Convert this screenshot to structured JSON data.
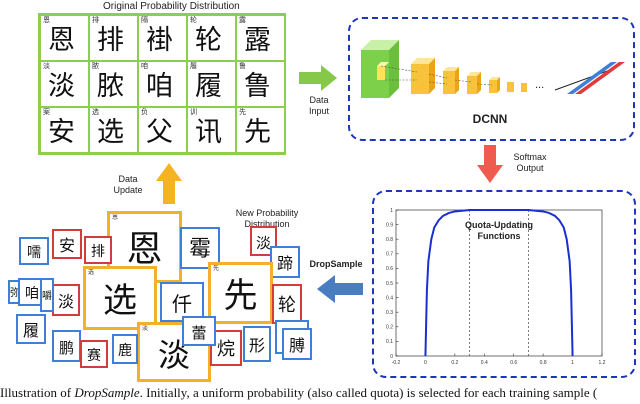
{
  "grid": {
    "title": "Original Probability Distribution",
    "cells": [
      {
        "label": "恩",
        "glyph": "恩"
      },
      {
        "label": "排",
        "glyph": "排"
      },
      {
        "label": "隔",
        "glyph": "褂"
      },
      {
        "label": "轮",
        "glyph": "轮"
      },
      {
        "label": "露",
        "glyph": "露"
      },
      {
        "label": "淡",
        "glyph": "淡"
      },
      {
        "label": "脓",
        "glyph": "脓"
      },
      {
        "label": "咱",
        "glyph": "咱"
      },
      {
        "label": "履",
        "glyph": "履"
      },
      {
        "label": "鲁",
        "glyph": "鲁"
      },
      {
        "label": "案",
        "glyph": "安"
      },
      {
        "label": "选",
        "glyph": "选"
      },
      {
        "label": "负",
        "glyph": "父"
      },
      {
        "label": "训",
        "glyph": "讯"
      },
      {
        "label": "先",
        "glyph": "先"
      }
    ]
  },
  "labels": {
    "data_input": [
      "Data",
      "Input"
    ],
    "dcnn": "DCNN",
    "dcnn_dots": "...",
    "softmax_output": [
      "Softmax",
      "Output"
    ],
    "data_update": [
      "Data",
      "Update"
    ],
    "new_dist": [
      "New Probability",
      "Distribution"
    ],
    "dropsample": "DropSample",
    "quota_title": [
      "Quota-Updating",
      "Functions"
    ]
  },
  "chart_data": {
    "type": "line",
    "title": "Quota-Updating Functions",
    "xlim": [
      -0.2,
      1.2
    ],
    "ylim": [
      0,
      1
    ],
    "xticks": [
      "-0.2",
      "0",
      "0.2",
      "0.4",
      "0.6",
      "0.8",
      "1",
      "1.2"
    ],
    "yticks": [
      "0",
      "0.1",
      "0.2",
      "0.3",
      "0.4",
      "0.5",
      "0.6",
      "0.7",
      "0.8",
      "0.9",
      "1"
    ],
    "vlines": [
      0.3,
      0.7
    ],
    "series": [
      {
        "x": [
          0,
          0.01,
          0.02,
          0.04,
          0.06,
          0.09,
          0.12,
          0.16,
          0.2,
          0.25,
          0.3,
          0.5,
          0.7,
          0.75,
          0.8,
          0.84,
          0.88,
          0.91,
          0.94,
          0.96,
          0.98,
          0.99,
          1
        ],
        "y": [
          0,
          0.45,
          0.65,
          0.8,
          0.88,
          0.93,
          0.96,
          0.98,
          0.99,
          0.995,
          1,
          1,
          1,
          0.995,
          0.99,
          0.98,
          0.96,
          0.93,
          0.88,
          0.8,
          0.65,
          0.45,
          0
        ]
      }
    ]
  },
  "cards": [
    {
      "label": "恩",
      "glyph": "恩",
      "color": "orange"
    },
    {
      "label": "",
      "glyph": "安",
      "color": "red"
    },
    {
      "label": "",
      "glyph": "排",
      "color": "red"
    },
    {
      "label": "",
      "glyph": "嚅",
      "color": "blue"
    },
    {
      "label": "",
      "glyph": "霉",
      "color": "blue"
    },
    {
      "label": "",
      "glyph": "淡",
      "color": "red"
    },
    {
      "label": "",
      "glyph": "蹄",
      "color": "blue"
    },
    {
      "label": "",
      "glyph": "咱",
      "color": "blue"
    },
    {
      "label": "",
      "glyph": "淡",
      "color": "red"
    },
    {
      "label": "选",
      "glyph": "选",
      "color": "orange"
    },
    {
      "label": "",
      "glyph": "仟",
      "color": "blue"
    },
    {
      "label": "先",
      "glyph": "先",
      "color": "orange"
    },
    {
      "label": "",
      "glyph": "轮",
      "color": "red"
    },
    {
      "label": "",
      "glyph": "嚼",
      "color": "blue"
    },
    {
      "label": "",
      "glyph": "蜜",
      "color": "blue"
    },
    {
      "label": "",
      "glyph": "履",
      "color": "blue"
    },
    {
      "label": "",
      "glyph": "鹏",
      "color": "blue"
    },
    {
      "label": "",
      "glyph": "赛",
      "color": "red"
    },
    {
      "label": "淡",
      "glyph": "淡",
      "color": "orange"
    },
    {
      "label": "",
      "glyph": "烷",
      "color": "red"
    },
    {
      "label": "",
      "glyph": "形",
      "color": "blue"
    },
    {
      "label": "",
      "glyph": "膊",
      "color": "blue"
    },
    {
      "label": "",
      "glyph": "蕾",
      "color": "blue"
    },
    {
      "label": "",
      "glyph": "鹿",
      "color": "blue"
    },
    {
      "label": "",
      "glyph": "弥",
      "color": "blue"
    }
  ],
  "caption_parts": [
    "Illustration of ",
    "DropSample",
    ". Initially, a uniform probability (also called quota) is selected for each training sample ("
  ],
  "colors": {
    "green": "#8ccf4f",
    "arrow_green": "#86c84a",
    "arrow_orange": "#f5b324",
    "arrow_red": "#ef5b4f",
    "arrow_blue": "#4a7cc0",
    "dash": "#1d35b8",
    "curve": "#1a2fd0"
  }
}
